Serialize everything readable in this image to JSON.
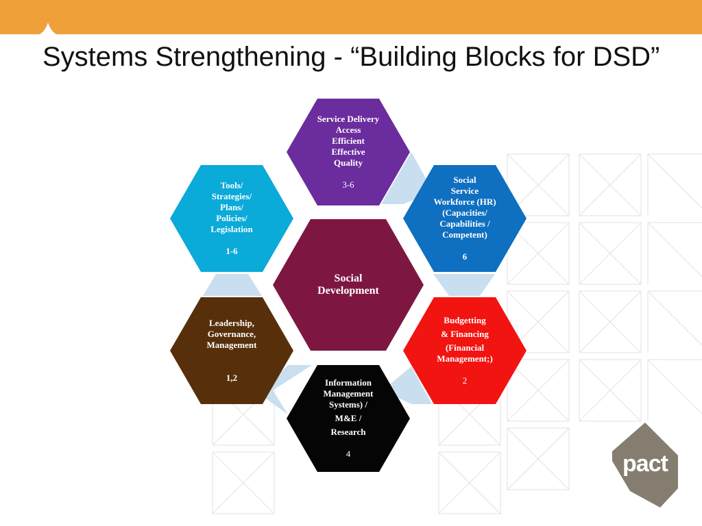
{
  "slide": {
    "title": "Systems Strengthening - “Building Blocks for DSD”",
    "accent_color": "#f0a038"
  },
  "diagram": {
    "center": {
      "lines": [
        "Social",
        "Development"
      ],
      "color": "#7d1742"
    },
    "blocks": [
      {
        "id": "service-delivery",
        "lines": [
          "Service Delivery",
          "Access",
          "Efficient",
          "Effective",
          "Quality"
        ],
        "number": "3-6",
        "color": "#6b2c9e"
      },
      {
        "id": "workforce",
        "lines": [
          "Social",
          "Service",
          "Workforce (HR)",
          "(Capacities/",
          "Capabilities /",
          "Competent)"
        ],
        "number": "6",
        "color": "#0f6fc0"
      },
      {
        "id": "budgetting",
        "lines": [
          "Budgetting",
          "& Financing",
          "(Financial",
          "Management;)"
        ],
        "number": "2",
        "color": "#f21411"
      },
      {
        "id": "information",
        "lines": [
          "Information",
          "Management",
          "Systems) /",
          "M&E /",
          "Research"
        ],
        "number": "4",
        "color": "#050505"
      },
      {
        "id": "leadership",
        "lines": [
          "Leadership,",
          "Governance,",
          "Management"
        ],
        "number": "1,2",
        "color": "#57300b"
      },
      {
        "id": "tools",
        "lines": [
          "Tools/",
          "Strategies/",
          "Plans/",
          "Policies/",
          "Legislation"
        ],
        "number": "1-6",
        "color": "#0aaad9"
      }
    ],
    "connector_color": "#c9dff0"
  },
  "logo": {
    "text": "pact",
    "color": "#857d70"
  }
}
